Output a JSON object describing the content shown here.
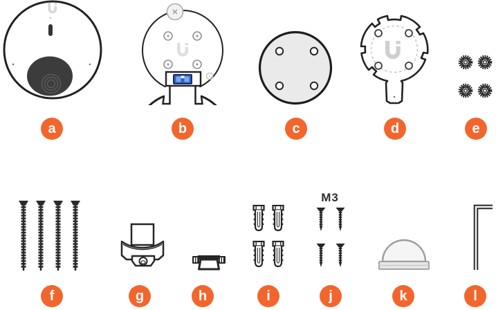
{
  "colors": {
    "badge_orange": "#F2662D",
    "outline_dark": "#212121",
    "connector_blue": "#2E64C8",
    "connector_blue_light": "#7FA6EC",
    "plate_gray": "#EAEAEA",
    "dome_gray": "#9B9B9B"
  },
  "labels": {
    "m3": "M3"
  },
  "items": [
    {
      "letter": "a",
      "part": "camera-front-view"
    },
    {
      "letter": "b",
      "part": "camera-rear-mount-view"
    },
    {
      "letter": "c",
      "part": "ceiling-backing-plate"
    },
    {
      "letter": "d",
      "part": "mounting-plate"
    },
    {
      "letter": "e",
      "part": "knurled-nuts"
    },
    {
      "letter": "f",
      "part": "long-screws"
    },
    {
      "letter": "g",
      "part": "mount-adapter"
    },
    {
      "letter": "h",
      "part": "clip"
    },
    {
      "letter": "i",
      "part": "wall-anchors"
    },
    {
      "letter": "j",
      "part": "m3-screws"
    },
    {
      "letter": "k",
      "part": "dome-cover"
    },
    {
      "letter": "l",
      "part": "hex-key"
    }
  ]
}
